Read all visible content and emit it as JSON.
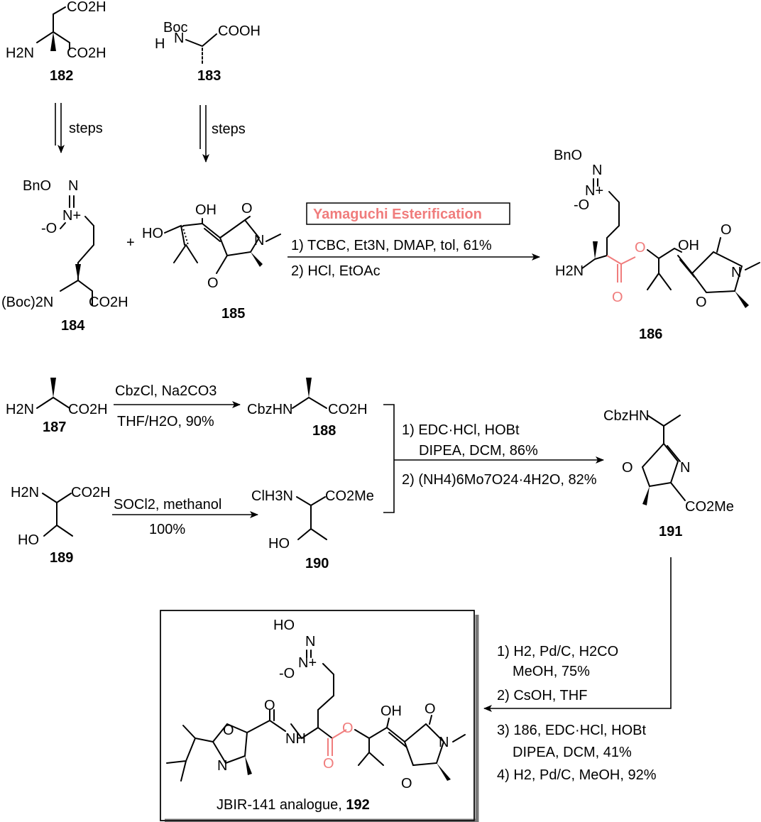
{
  "compounds": {
    "c182": {
      "label": "182",
      "groups": [
        "CO2H",
        "H2N",
        "CO2H"
      ]
    },
    "c183": {
      "label": "183",
      "groups": [
        "Boc",
        "N",
        "H",
        "COOH"
      ]
    },
    "c184": {
      "label": "184",
      "groups": [
        "BnO",
        "N",
        "N+",
        "-O",
        "(Boc)2N",
        "CO2H"
      ]
    },
    "c185": {
      "label": "185",
      "groups": [
        "OH",
        "O",
        "HO",
        "N",
        "O"
      ]
    },
    "c186": {
      "label": "186",
      "groups": [
        "BnO",
        "N",
        "N+",
        "-O",
        "H2N",
        "O",
        "O",
        "OH",
        "O",
        "N",
        "O"
      ]
    },
    "c187": {
      "label": "187",
      "groups": [
        "H2N",
        "CO2H"
      ]
    },
    "c188": {
      "label": "188",
      "groups": [
        "CbzHN",
        "CO2H"
      ]
    },
    "c189": {
      "label": "189",
      "groups": [
        "H2N",
        "CO2H",
        "HO"
      ]
    },
    "c190": {
      "label": "190",
      "groups": [
        "ClH3N",
        "CO2Me",
        "HO"
      ]
    },
    "c191": {
      "label": "191",
      "groups": [
        "CbzHN",
        "O",
        "N",
        "CO2Me"
      ]
    },
    "c192": {
      "label": "192",
      "name": "JBIR-141 analogue, ",
      "groups": [
        "HO",
        "N",
        "N+",
        "-O",
        "O",
        "N",
        "O",
        "NH",
        "O",
        "O",
        "OH",
        "O",
        "N",
        "O"
      ]
    }
  },
  "arrows": {
    "a182": {
      "label": "steps"
    },
    "a183": {
      "label": "steps"
    },
    "yamaguchi": {
      "title": "Yamaguchi Esterification",
      "conditions": [
        "1) TCBC, Et3N, DMAP,  tol, 61%",
        "2) HCl, EtOAc"
      ]
    },
    "a187": {
      "conditions": [
        "CbzCl, Na2CO3",
        "THF/H2O, 90%"
      ]
    },
    "a189": {
      "conditions": [
        "SOCl2, methanol",
        "100%"
      ]
    },
    "coupling": {
      "conditions": [
        "1) EDC·HCl, HOBt",
        "DIPEA, DCM, 86%",
        "2) (NH4)6Mo7O24·4H2O, 82%"
      ]
    },
    "final": {
      "conditions": [
        "1) H2, Pd/C, H2CO",
        "MeOH, 75%",
        "2) CsOH, THF",
        "3) 186, EDC·HCl, HOBt",
        "DIPEA, DCM, 41%",
        "4) H2, Pd/C, MeOH, 92%"
      ]
    }
  },
  "colors": {
    "highlight": "#f07c7c",
    "ink": "#000000"
  }
}
